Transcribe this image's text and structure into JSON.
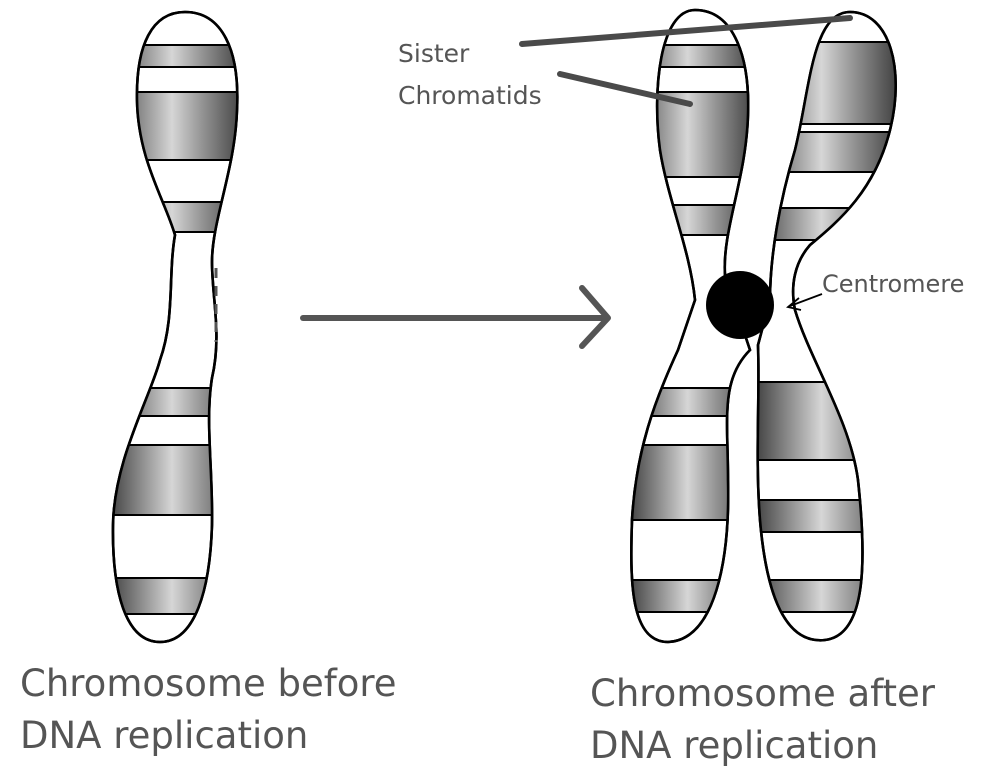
{
  "labels": {
    "sister_chromatids_line1": "Sister",
    "sister_chromatids_line2": "Chromatids",
    "centromere": "Centromere",
    "before_line1": "Chromosome before",
    "before_line2": "DNA replication",
    "after_line1": "Chromosome after",
    "after_line2": "DNA replication"
  },
  "colors": {
    "outline": "#000000",
    "band_dark": "#2a2a2a",
    "band_light": "#cfcfcf",
    "label_text": "#555555",
    "pointer_line": "#4a4a4a",
    "centromere": "#000000"
  }
}
